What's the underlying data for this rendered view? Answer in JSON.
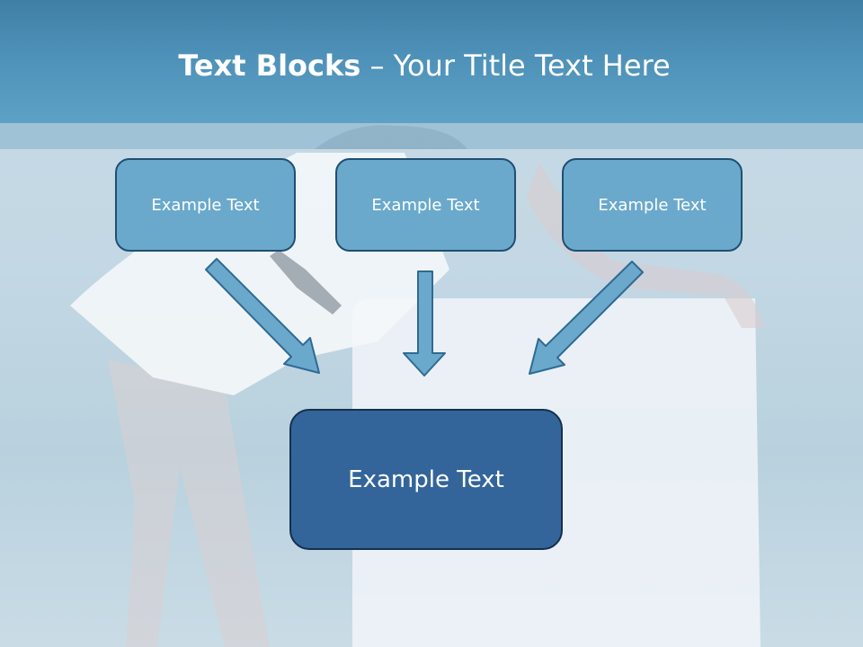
{
  "header": {
    "title_bold": "Text Blocks",
    "title_separator": " – ",
    "title_rest": "Your Title Text Here"
  },
  "blocks": {
    "top": [
      "Example Text",
      "Example Text",
      "Example Text"
    ],
    "bottom": "Example Text"
  },
  "colors": {
    "header": "#4e91b8",
    "small_box_fill": "#6aa9cc",
    "big_box_fill": "#33659a",
    "arrow_fill": "#6aa9cc",
    "arrow_stroke": "#2f6a93"
  }
}
